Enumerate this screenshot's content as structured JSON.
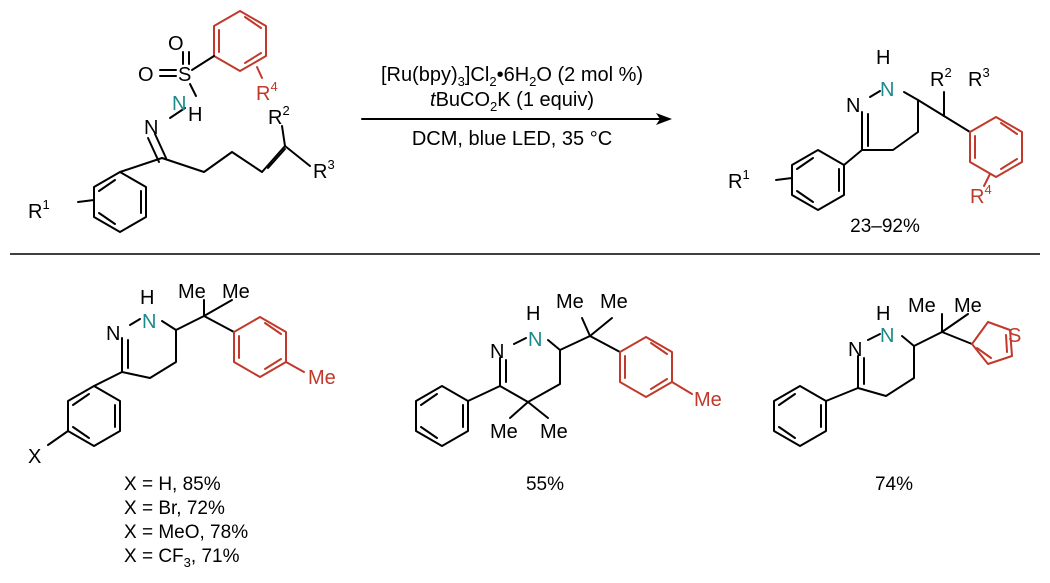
{
  "colors": {
    "accent_red": "#c0392b",
    "nitrogen_teal": "#1b8a8c",
    "bond": "#000000"
  },
  "reagents": {
    "line1_main": "[Ru(bpy)",
    "line1_sub1": "3",
    "line1_mid": "]Cl",
    "line1_sub2": "2",
    "line1_end": "•6H",
    "line1_sub3": "2",
    "line1_tail": "O (2 mol %)",
    "line2_italic": "t",
    "line2_main": "BuCO",
    "line2_sub": "2",
    "line2_tail": "K (1 equiv)",
    "conditions": "DCM, blue LED, 35 °C"
  },
  "substrate": {
    "atom_O1": "O",
    "atom_O2": "O",
    "atom_S": "S",
    "atom_N_NH": "N",
    "atom_H_NH": "H",
    "atom_N_imine": "N",
    "label_R1": "R",
    "label_R1_sup": "1",
    "label_R2": "R",
    "label_R2_sup": "2",
    "label_R3": "R",
    "label_R3_sup": "3",
    "label_R4": "R",
    "label_R4_sup": "4"
  },
  "product": {
    "atom_H": "H",
    "atom_N_H": "N",
    "atom_N": "N",
    "label_R1": "R",
    "label_R1_sup": "1",
    "label_R2": "R",
    "label_R2_sup": "2",
    "label_R3": "R",
    "label_R3_sup": "3",
    "label_R4": "R",
    "label_R4_sup": "4",
    "yield_range": "23–92%"
  },
  "examples": [
    {
      "atom_H": "H",
      "atom_NH": "N",
      "atom_N": "N",
      "me_a": "Me",
      "me_b": "Me",
      "me_aryl": "Me",
      "label_X": "X",
      "yields": [
        {
          "pre": "X = H, 85%",
          "sub": "",
          "post": ""
        },
        {
          "pre": "X = Br, 72%",
          "sub": "",
          "post": ""
        },
        {
          "pre": "X = MeO, 78%",
          "sub": "",
          "post": ""
        },
        {
          "pre": "X = CF",
          "sub": "3",
          "post": ", 71%"
        }
      ]
    },
    {
      "atom_H": "H",
      "atom_NH": "N",
      "atom_N": "N",
      "me_a": "Me",
      "me_b": "Me",
      "me_aryl": "Me",
      "me_c": "Me",
      "me_d": "Me",
      "yield": "55%"
    },
    {
      "atom_H": "H",
      "atom_NH": "N",
      "atom_N": "N",
      "me_a": "Me",
      "me_b": "Me",
      "atom_S": "S",
      "yield": "74%"
    }
  ]
}
